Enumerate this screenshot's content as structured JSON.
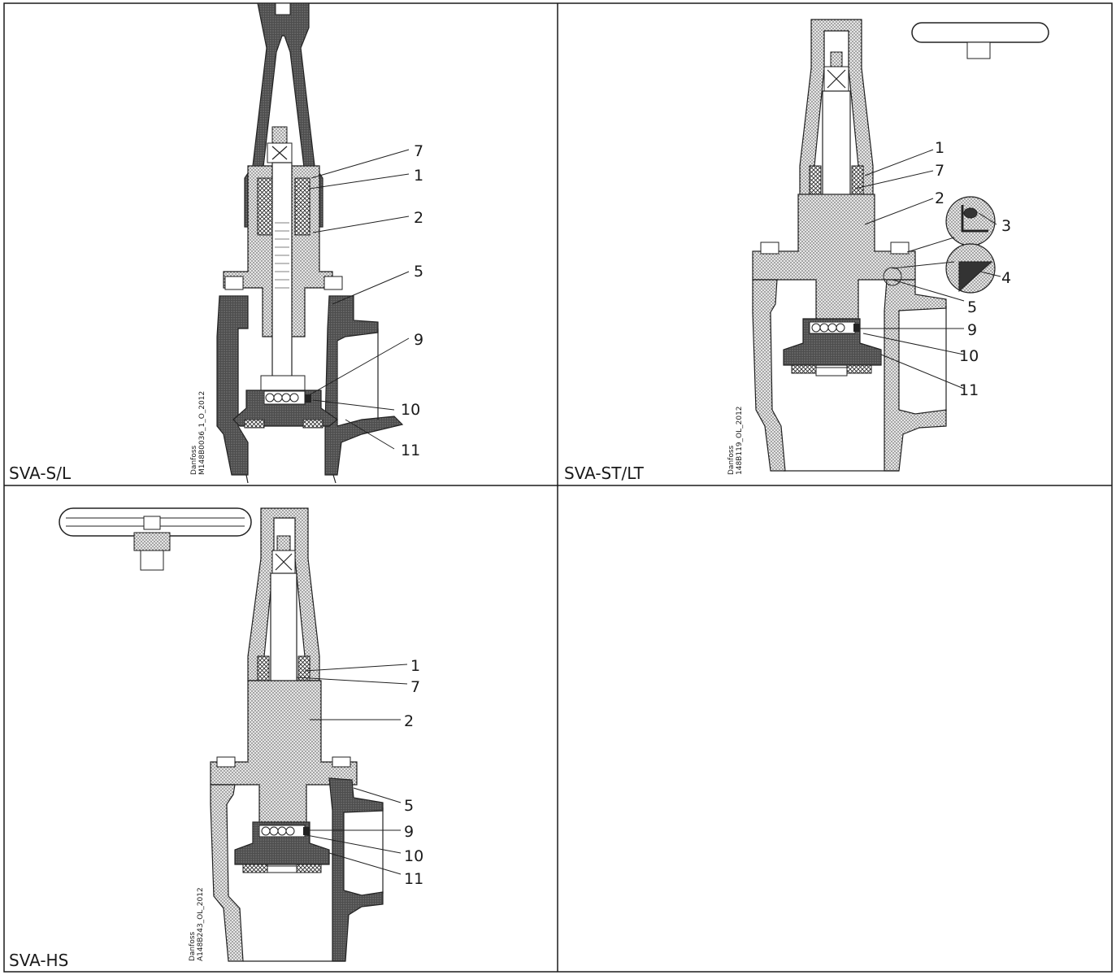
{
  "figures": [
    {
      "title": "SVA-S/L",
      "code_line1": "Danfoss",
      "code_line2": "M148B0036_1_O_2012",
      "callouts": [
        "7",
        "1",
        "2",
        "5",
        "9",
        "10",
        "11"
      ]
    },
    {
      "title": "SVA-ST/LT",
      "code_line1": "Danfoss",
      "code_line2": "148B119_OL_2012",
      "callouts": [
        "1",
        "7",
        "2",
        "3",
        "4",
        "5",
        "9",
        "10",
        "11"
      ]
    },
    {
      "title": "SVA-HS",
      "code_line1": "Danfoss",
      "code_line2": "A148B243_OL_2012",
      "callouts": [
        "1",
        "7",
        "2",
        "5",
        "9",
        "10",
        "11"
      ]
    }
  ],
  "colors": {
    "border": "#1a1a1a",
    "dark_fill": "#5a5a5a",
    "stipple_bg": "#e6e6e6",
    "stipple_dot": "#555555",
    "line": "#1a1a1a"
  },
  "icons": [
    "hatch-pattern",
    "stipple-pattern"
  ]
}
